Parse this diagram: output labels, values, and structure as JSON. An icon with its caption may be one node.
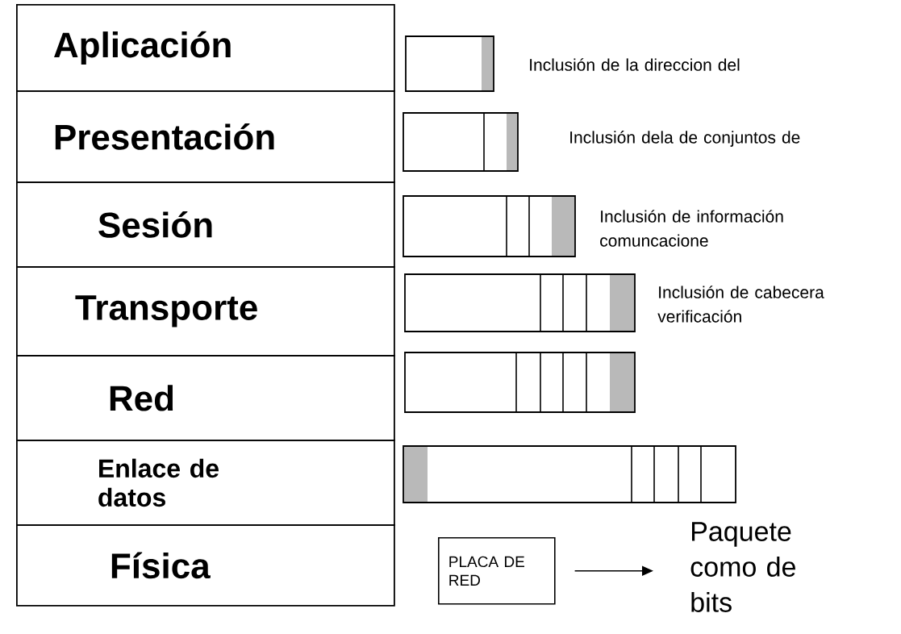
{
  "diagram": {
    "nodes": [
      {
        "text": [
          "Aplicación"
        ]
      },
      {
        "text": [
          "Presentación"
        ]
      },
      {
        "text": [
          "Sesión"
        ]
      },
      {
        "text": [
          "Transporte"
        ]
      },
      {
        "text": [
          "Red"
        ]
      },
      {
        "text": [
          "Enlace de datos"
        ]
      },
      {
        "text": [
          "Física"
        ]
      },
      {
        "text": [
          "PLACA DE RED"
        ]
      },
      {
        "text": [
          "Paquete como de bits"
        ]
      }
    ],
    "edges": [
      {
        "from": 7,
        "to": 8,
        "arrow": "to"
      }
    ],
    "labels": [
      "Inclusión de la direccion del",
      "Inclusión dela de conjuntos de",
      "Inclusión de información comuncacione",
      "Inclusión de cabecera verificación"
    ]
  }
}
